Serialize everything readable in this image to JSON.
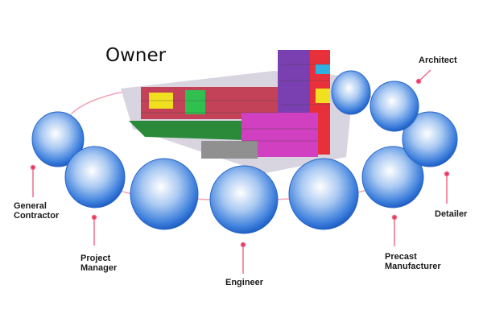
{
  "title": "Owner",
  "roles": {
    "architect": "Architect",
    "general_contractor": [
      "General",
      "Contractor"
    ],
    "project_manager": [
      "Project",
      "Manager"
    ],
    "engineer": "Engineer",
    "precast_manufacturer": [
      "Precast",
      "Manufacturer"
    ],
    "detailer": "Detailer"
  },
  "colors": {
    "connector": "#e8305a",
    "sphere": "#2f6fd0",
    "ring": "#f4a0b4"
  }
}
